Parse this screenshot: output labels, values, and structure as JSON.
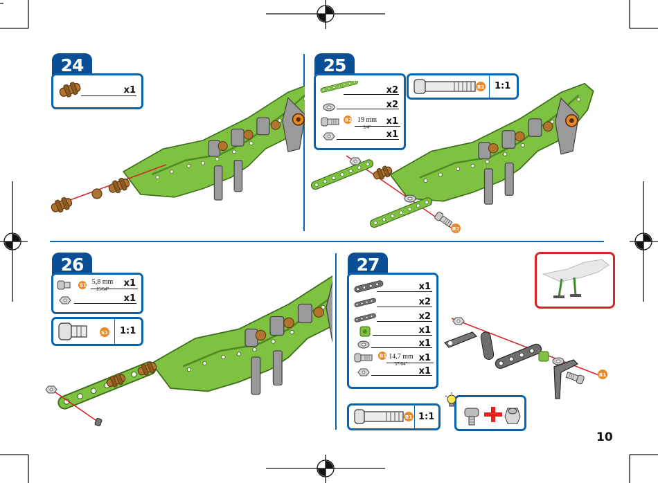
{
  "page_number": "10",
  "colors": {
    "brand_blue": "#0a4f95",
    "box_blue": "#0a63ad",
    "part_green": "#7fc241",
    "part_orange": "#e98a2a",
    "assembly_line_red": "#d42020",
    "reference_red": "#d42626"
  },
  "steps": [
    {
      "number": "24",
      "parts": [
        {
          "icon": "brown-connector-icon",
          "qty": "x1"
        }
      ]
    },
    {
      "number": "25",
      "parts": [
        {
          "icon": "green-strip-icon",
          "qty": "x2"
        },
        {
          "icon": "washer-icon",
          "qty": "x2"
        },
        {
          "icon": "bolt-b2-icon",
          "badge": "B2",
          "length_mm": "19 mm",
          "length_in": "3/4\"",
          "qty": "x1"
        },
        {
          "icon": "nut-icon",
          "qty": "x1"
        }
      ],
      "scale_part": {
        "badge": "B2",
        "scale": "1:1"
      }
    },
    {
      "number": "26",
      "parts": [
        {
          "icon": "bolt-s1-icon",
          "badge": "S1",
          "length_mm": "5,8 mm",
          "length_in": "15/64\"",
          "qty": "x1"
        },
        {
          "icon": "nut-icon",
          "qty": "x1"
        }
      ],
      "scale_part": {
        "badge": "S1",
        "scale": "1:1"
      }
    },
    {
      "number": "27",
      "parts": [
        {
          "icon": "metal-strip-icon",
          "qty": "x1"
        },
        {
          "icon": "angle-bracket-icon",
          "qty": "x2"
        },
        {
          "icon": "short-strip-icon",
          "qty": "x2"
        },
        {
          "icon": "green-spacer-icon",
          "qty": "x1"
        },
        {
          "icon": "washer-icon",
          "qty": "x1"
        },
        {
          "icon": "bolt-b1-icon",
          "badge": "B1",
          "length_mm": "14,7 mm",
          "length_in": "37/64\"",
          "qty": "x1"
        },
        {
          "icon": "nut-icon",
          "qty": "x1"
        }
      ],
      "scale_part": {
        "badge": "B1",
        "scale": "1:1"
      }
    }
  ],
  "assembly_badges": {
    "step25": "B2",
    "step27": "B1"
  }
}
